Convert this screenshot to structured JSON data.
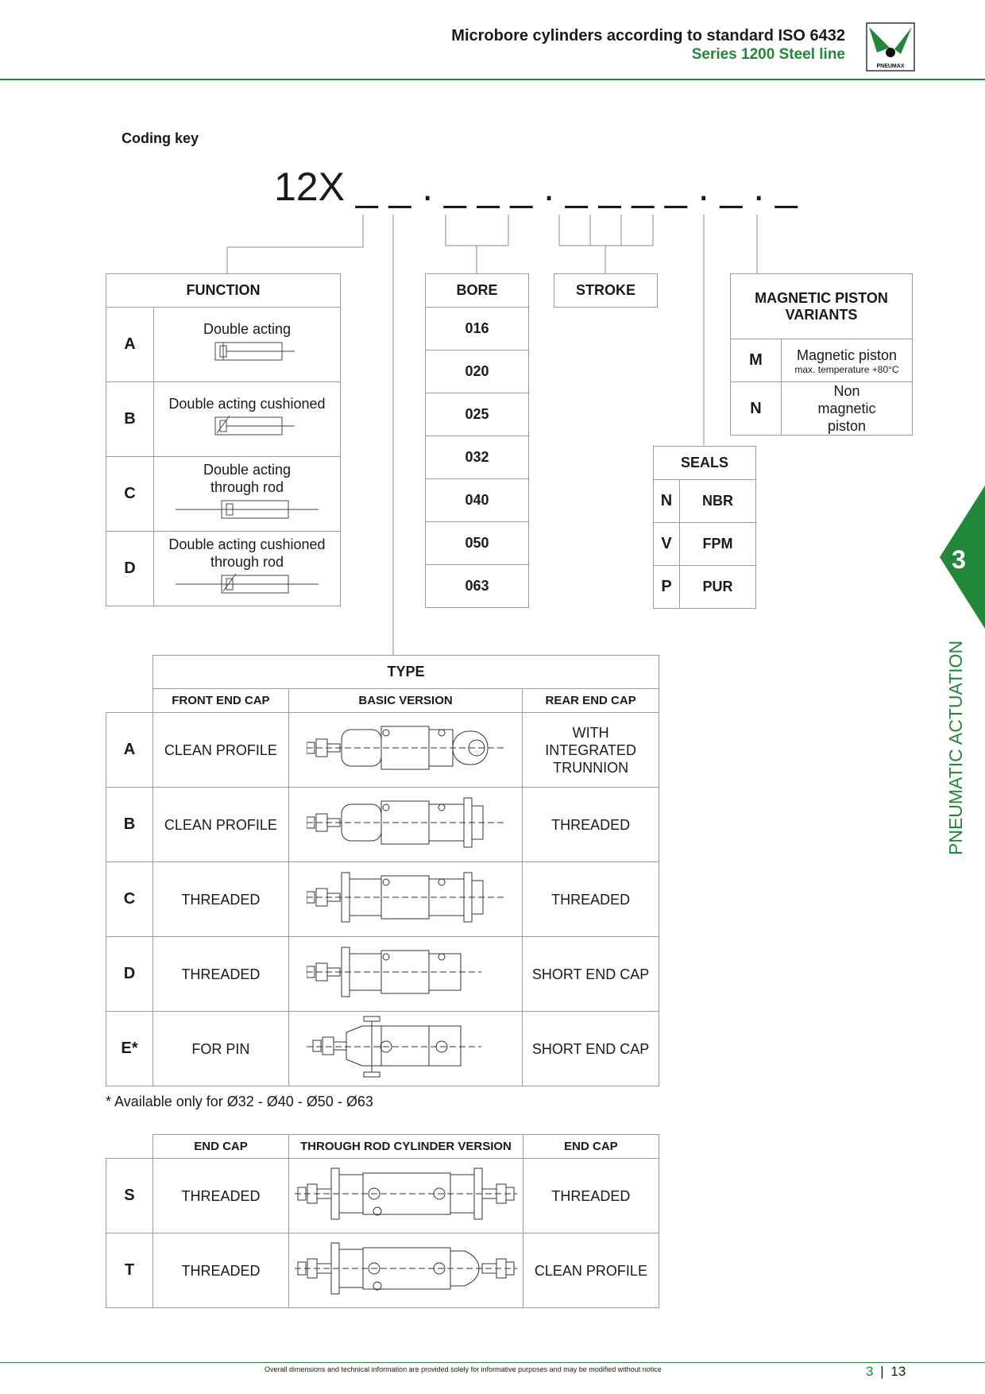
{
  "header": {
    "title": "Microbore cylinders according to standard ISO 6432",
    "subtitle": "Series 1200 Steel line",
    "logo_text": "PNEUMAX"
  },
  "coding_key_label": "Coding key",
  "code": "12X _ _ . _ _ _ . _ _ _ _ . _ . _",
  "function": {
    "header": "FUNCTION",
    "rows": [
      {
        "key": "A",
        "label": "Double acting"
      },
      {
        "key": "B",
        "label": "Double acting cushioned"
      },
      {
        "key": "C",
        "label": "Double acting through rod"
      },
      {
        "key": "D",
        "label": "Double acting cushioned through rod"
      }
    ]
  },
  "bore": {
    "header": "BORE",
    "values": [
      "016",
      "020",
      "025",
      "032",
      "040",
      "050",
      "063"
    ]
  },
  "stroke": {
    "header": "STROKE"
  },
  "magnetic": {
    "header": "MAGNETIC PISTON VARIANTS",
    "rows": [
      {
        "key": "M",
        "label": "Magnetic piston",
        "note": "max. temperature +80°C"
      },
      {
        "key": "N",
        "label": "Non magnetic piston",
        "note": ""
      }
    ]
  },
  "seals": {
    "header": "SEALS",
    "rows": [
      {
        "key": "N",
        "label": "NBR"
      },
      {
        "key": "V",
        "label": "FPM"
      },
      {
        "key": "P",
        "label": "PUR"
      }
    ]
  },
  "type": {
    "header": "TYPE",
    "columns": [
      "FRONT END CAP",
      "BASIC VERSION",
      "REAR END CAP"
    ],
    "rows": [
      {
        "key": "A",
        "front": "CLEAN PROFILE",
        "rear": "WITH INTEGRATED TRUNNION"
      },
      {
        "key": "B",
        "front": "CLEAN PROFILE",
        "rear": "THREADED"
      },
      {
        "key": "C",
        "front": "THREADED",
        "rear": "THREADED"
      },
      {
        "key": "D",
        "front": "THREADED",
        "rear": "SHORT END CAP"
      },
      {
        "key": "E*",
        "front": "FOR PIN",
        "rear": "SHORT END CAP"
      }
    ],
    "footnote": "* Available only for Ø32 - Ø40 - Ø50 - Ø63"
  },
  "through_rod": {
    "columns": [
      "END CAP",
      "THROUGH ROD CYLINDER VERSION",
      "END CAP"
    ],
    "rows": [
      {
        "key": "S",
        "left": "THREADED",
        "right": "THREADED"
      },
      {
        "key": "T",
        "left": "THREADED",
        "right": "CLEAN PROFILE"
      }
    ]
  },
  "side_tab": {
    "number": "3",
    "label": "PNEUMATIC ACTUATION"
  },
  "footer": {
    "note": "Overall dimensions and technical information are provided solely for informative purposes and may be modified without notice",
    "chapter": "3",
    "page": "13"
  },
  "colors": {
    "accent": "#23873a"
  }
}
